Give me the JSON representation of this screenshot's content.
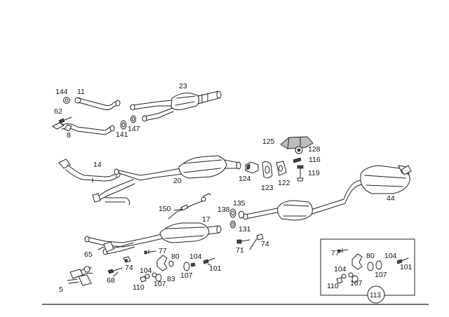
{
  "diagram": {
    "labels": {
      "l144": "144",
      "l11": "11",
      "l62": "62",
      "l8": "8",
      "l141": "141",
      "l147": "147",
      "l23": "23",
      "l14": "14",
      "l20": "20",
      "l125": "125",
      "l128": "128",
      "l116": "116",
      "l119": "119",
      "l124": "124",
      "l123": "123",
      "l122": "122",
      "l44": "44",
      "l150": "150",
      "l138": "138",
      "l135": "135",
      "l131": "131",
      "l17": "17",
      "l71": "71",
      "l74a": "74",
      "l65": "65",
      "l77a": "77",
      "l80a": "80",
      "l104a": "104",
      "l74b": "74",
      "l68": "68",
      "l104b": "104",
      "l83": "83",
      "l101a": "101",
      "l107a": "107",
      "l110a": "110",
      "l107b": "107",
      "l5": "5",
      "l77b": "77",
      "l80b": "80",
      "l104c": "104",
      "l104d": "104",
      "l101b": "101",
      "l107c": "107",
      "l110b": "110",
      "l107d": "107",
      "l113": "113"
    }
  }
}
